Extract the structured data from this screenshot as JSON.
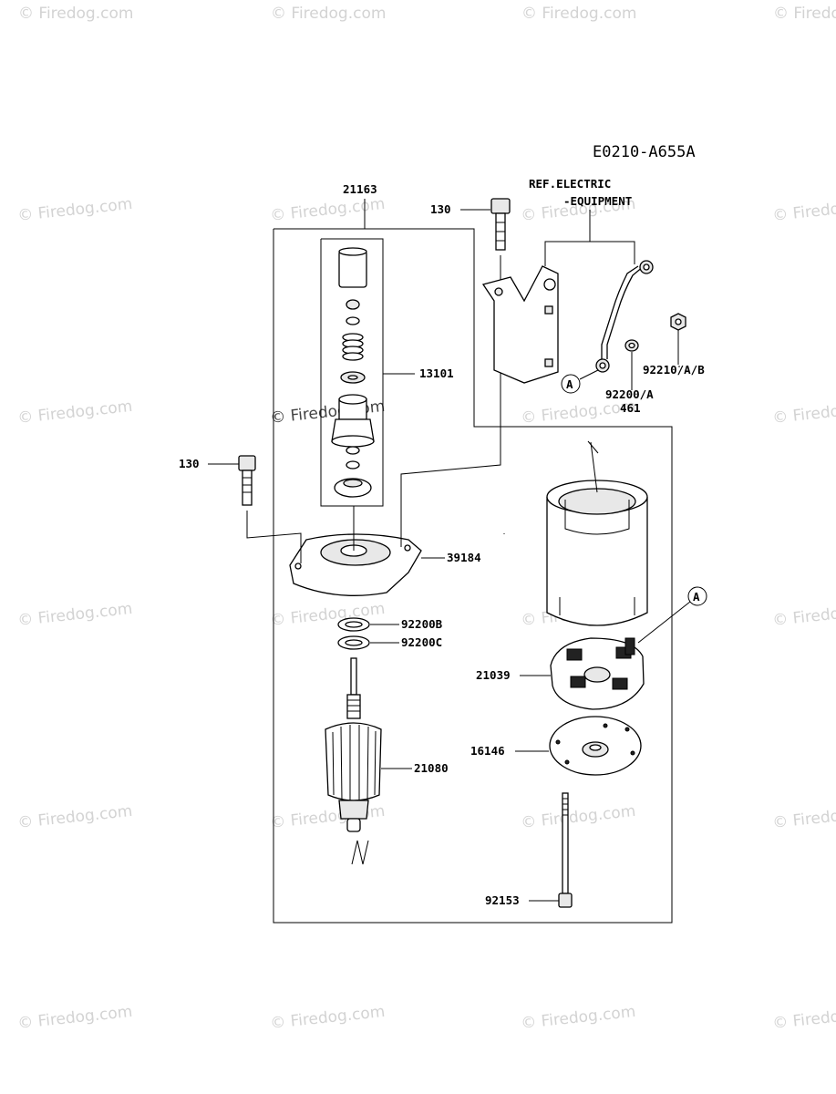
{
  "diagram_code": "E0210-A655A",
  "watermark_text": "© Firedog.com",
  "ref_note": {
    "line1": "REF.ELECTRIC",
    "line2": "-EQUIPMENT"
  },
  "callout_a": "A",
  "parts": {
    "p21163": "21163",
    "p130_top": "130",
    "p13101": "13101",
    "p130_left": "130",
    "p39184": "39184",
    "p92200b": "92200B",
    "p92200c": "92200C",
    "p21080": "21080",
    "p92210": "92210/A/B",
    "p92200a": "92200/A",
    "p461": "461",
    "p21039": "21039",
    "p16146": "16146",
    "p92153": "92153"
  }
}
